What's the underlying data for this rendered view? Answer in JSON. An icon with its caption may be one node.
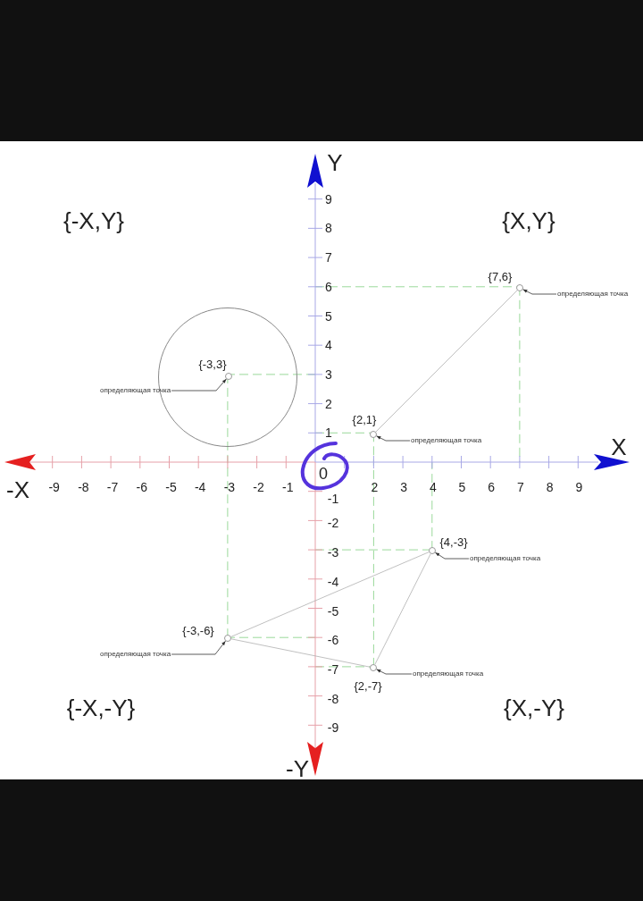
{
  "diagram": {
    "nodes": [
      {
        "text": [],
        "shape": "circle",
        "beside": [
          "{7,6}"
        ]
      },
      {
        "text": [
          "определяющая точка"
        ]
      },
      {
        "text": [],
        "shape": "circle"
      },
      {
        "text": [],
        "shape": "circle",
        "beside": [
          "{-3,3}"
        ],
        "in": 2
      },
      {
        "text": [
          "определяющая точка"
        ]
      },
      {
        "text": [],
        "shape": "circle",
        "beside": [
          "{2,1}"
        ]
      },
      {
        "text": [
          "определяющая точка"
        ]
      },
      {
        "text": [],
        "shape": "circle",
        "beside": [
          "{4,-3}"
        ]
      },
      {
        "text": [
          "определяющая точка"
        ]
      },
      {
        "text": [],
        "shape": "circle",
        "beside": [
          "{-3,-6}"
        ]
      },
      {
        "text": [
          "определяющая точка"
        ]
      },
      {
        "text": [],
        "shape": "circle",
        "beside": [
          "{2,-7}"
        ]
      },
      {
        "text": [
          "определяющая точка"
        ]
      }
    ],
    "edges": [
      {
        "from": 1,
        "to": 0,
        "arrow": "to"
      },
      {
        "from": 4,
        "to": 3,
        "arrow": "to"
      },
      {
        "from": 6,
        "to": 5,
        "arrow": "to"
      },
      {
        "from": 5,
        "to": 0,
        "arrow": "none",
        "color": "#b0b0b0"
      },
      {
        "from": 8,
        "to": 7,
        "arrow": "to"
      },
      {
        "from": 10,
        "to": 9,
        "arrow": "to"
      },
      {
        "from": 12,
        "to": 11,
        "arrow": "to"
      },
      {
        "from": 9,
        "to": 7,
        "arrow": "none",
        "color": "#b0b0b0"
      },
      {
        "from": 9,
        "to": 11,
        "arrow": "none",
        "color": "#b0b0b0"
      },
      {
        "from": 11,
        "to": 7,
        "arrow": "none",
        "color": "#b0b0b0"
      }
    ],
    "labels": [
      "Y",
      "{-X,Y}",
      "{X,Y}",
      "9",
      "8",
      "7",
      "6",
      "5",
      "4",
      "3",
      "2",
      "1",
      "X",
      "-X",
      "-9",
      "-8",
      "-7",
      "-6",
      "-5",
      "-4",
      "-3",
      "-2",
      "-1",
      "0",
      "2",
      "3",
      "4",
      "5",
      "6",
      "7",
      "8",
      "9",
      "-1",
      "-2",
      "-3",
      "-4",
      "-5",
      "-6",
      "-7",
      "-8",
      "-9",
      "{-X,-Y}",
      "{X,-Y}",
      "-Y"
    ]
  }
}
